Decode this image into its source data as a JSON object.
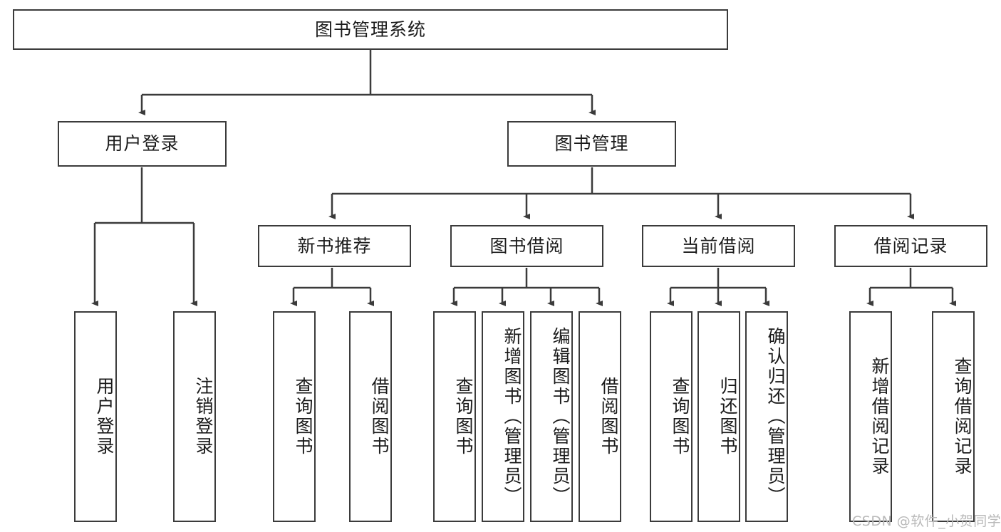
{
  "diagram": {
    "title": "图书管理系统",
    "type": "tree-hierarchy",
    "root": {
      "label": "图书管理系统"
    },
    "level2": [
      {
        "label": "用户登录"
      },
      {
        "label": "图书管理"
      }
    ],
    "level3": [
      {
        "label": "新书推荐"
      },
      {
        "label": "图书借阅"
      },
      {
        "label": "当前借阅"
      },
      {
        "label": "借阅记录"
      }
    ],
    "leaves": {
      "user_login": [
        {
          "label": "用户登录"
        },
        {
          "label": "注销登录"
        }
      ],
      "new_book_recommend": [
        {
          "label": "查询图书"
        },
        {
          "label": "借阅图书"
        }
      ],
      "book_borrow": [
        {
          "label": "查询图书"
        },
        {
          "label": "新增图书（管理员）"
        },
        {
          "label": "编辑图书（管理员）"
        },
        {
          "label": "借阅图书"
        }
      ],
      "current_borrow": [
        {
          "label": "查询图书"
        },
        {
          "label": "归还图书"
        },
        {
          "label": "确认归还（管理员）"
        }
      ],
      "borrow_record": [
        {
          "label": "新增借阅记录"
        },
        {
          "label": "查询借阅记录"
        }
      ]
    }
  },
  "watermark": {
    "text": "CSDN @软件_小贺同学"
  },
  "colors": {
    "stroke": "#3b3b3b",
    "fill": "#ffffff",
    "text": "#1b1b1b",
    "watermark": "#b9b9b9"
  }
}
